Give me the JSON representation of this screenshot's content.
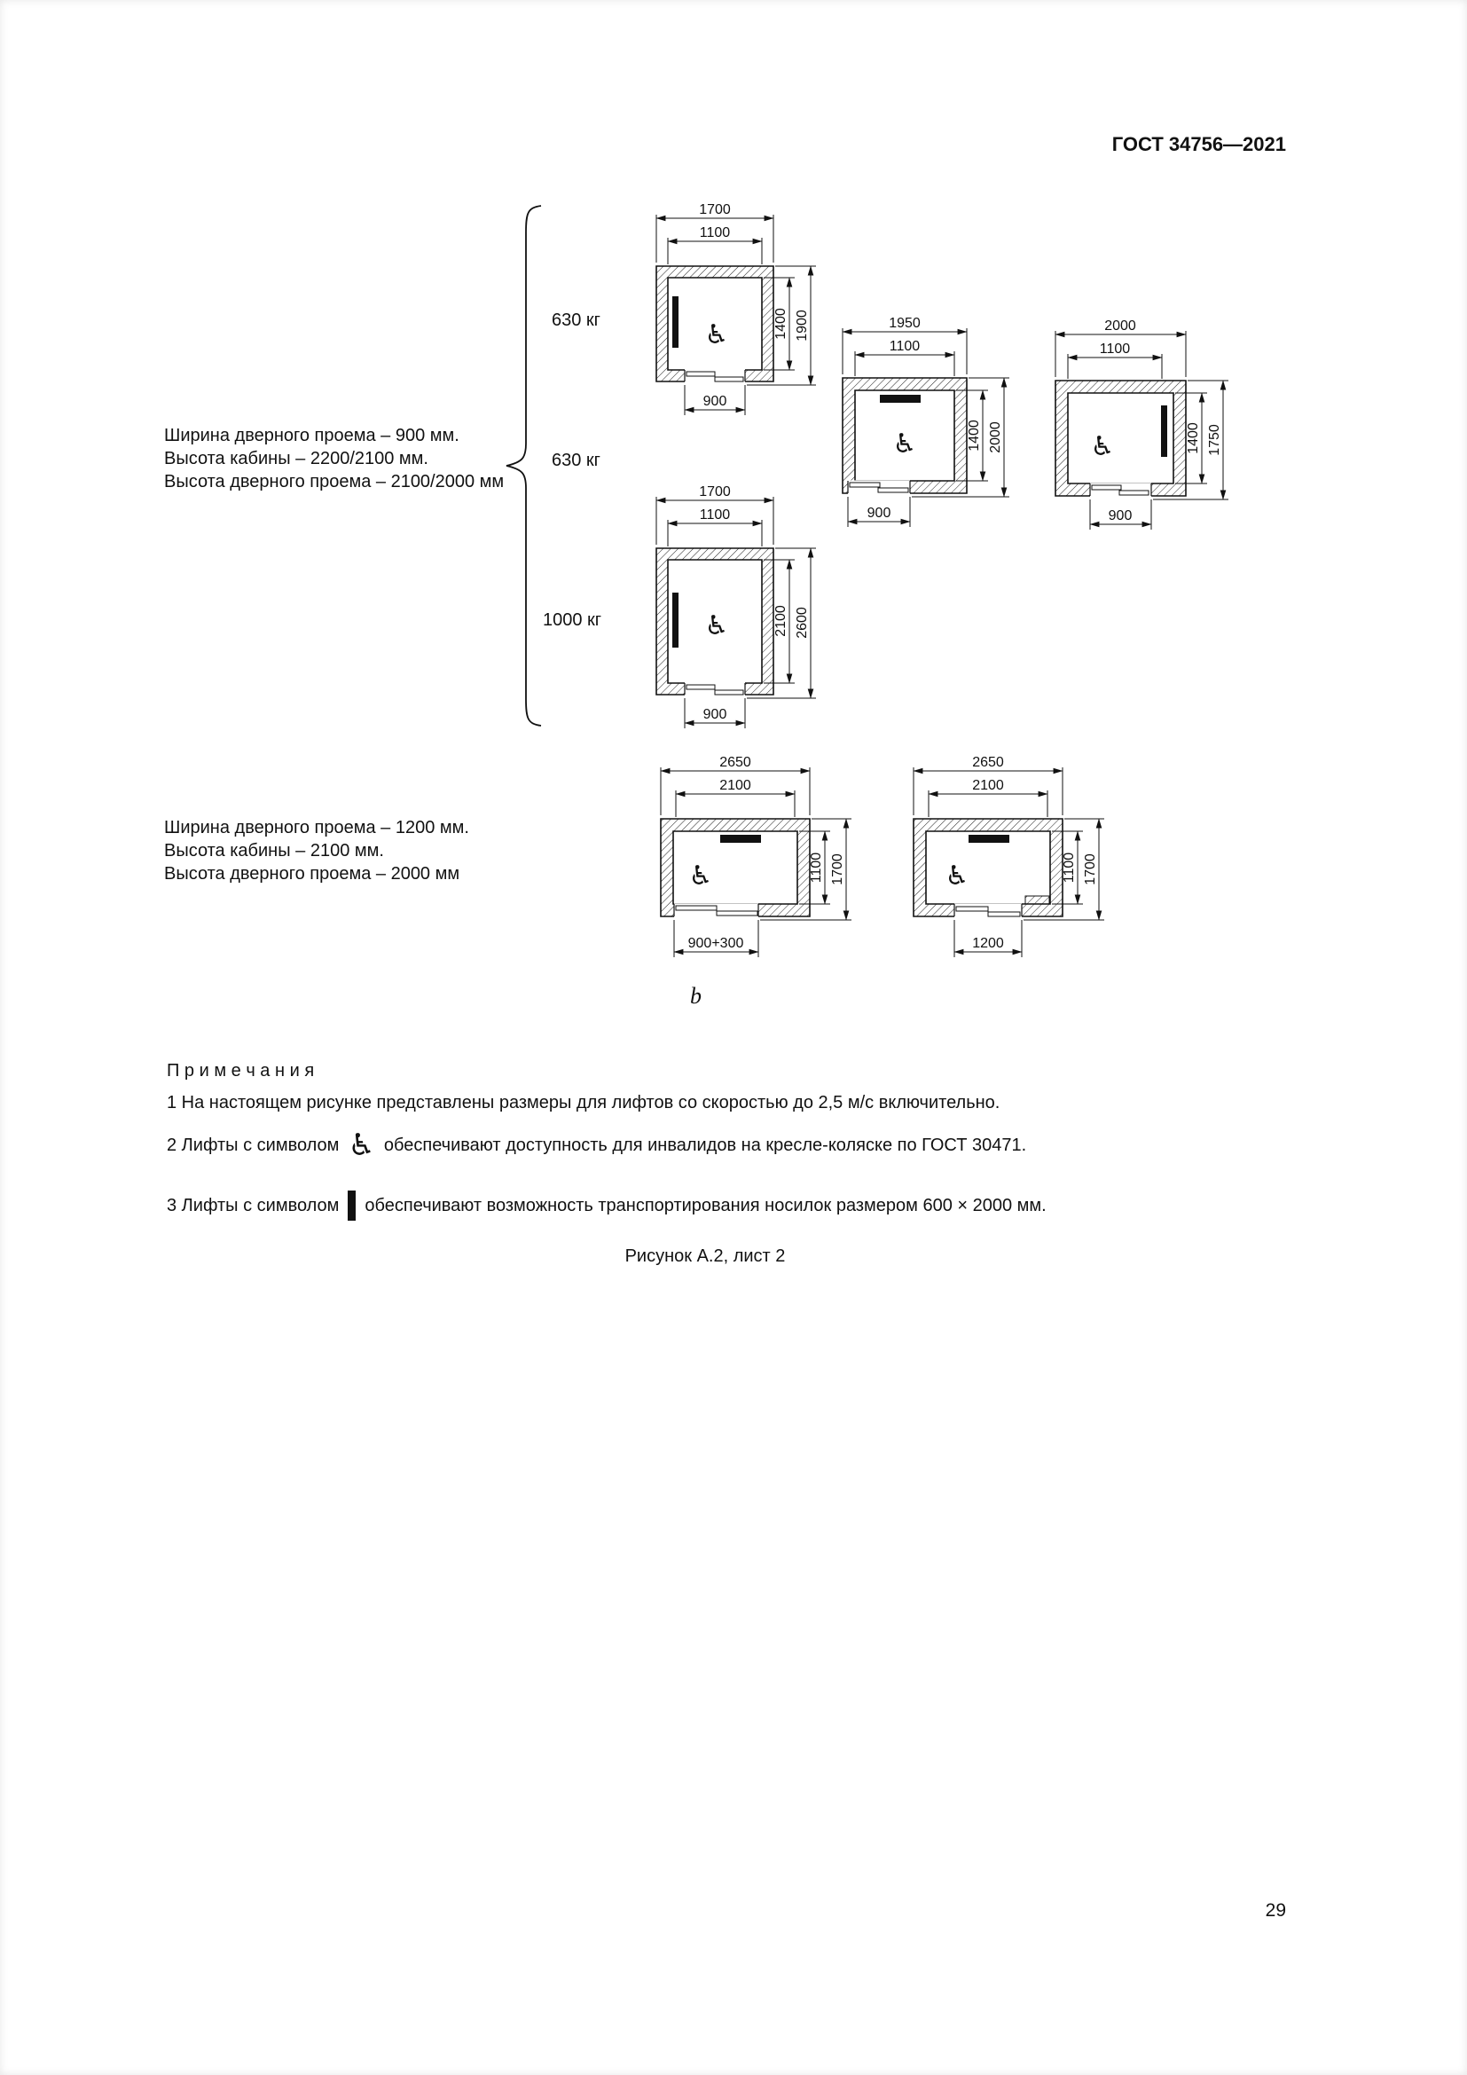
{
  "header": {
    "title": "ГОСТ 34756—2021"
  },
  "group1": {
    "line1": "Ширина дверного проема – 900 мм.",
    "line2": "Высота кабины – 2200/2100 мм.",
    "line3": "Высота дверного проема – 2100/2000 мм",
    "weight1": "630 кг",
    "weight2": "630 кг",
    "weight3": "1000 кг"
  },
  "group2": {
    "line1": "Ширина дверного проема – 1200 мм.",
    "line2": "Высота кабины – 2100 мм.",
    "line3": "Высота дверного проема – 2000 мм"
  },
  "diagrams": {
    "d1": {
      "outer_width": "1700",
      "inner_width": "1100",
      "inner_depth": "1400",
      "outer_depth": "1900",
      "door_width": "900"
    },
    "d2": {
      "outer_width": "1950",
      "inner_width": "1100",
      "inner_depth": "1400",
      "outer_depth": "2000",
      "door_width": "900"
    },
    "d3": {
      "outer_width": "2000",
      "inner_width": "1100",
      "inner_depth": "1400",
      "outer_depth": "1750",
      "door_width": "900"
    },
    "d4": {
      "outer_width": "1700",
      "inner_width": "1100",
      "inner_depth": "2100",
      "outer_depth": "2600",
      "door_width": "900"
    },
    "d5": {
      "outer_width": "2650",
      "inner_width": "2100",
      "inner_depth": "1100",
      "outer_depth": "1700",
      "door_width": "900+300"
    },
    "d6": {
      "outer_width": "2650",
      "inner_width": "2100",
      "inner_depth": "1100",
      "outer_depth": "1700",
      "door_width": "1200"
    }
  },
  "icons": {
    "wheelchair": "♿"
  },
  "figure": {
    "sublabel": "b",
    "caption": "Рисунок А.2, лист 2"
  },
  "notes": {
    "title": "П р и м е ч а н и я",
    "note1": "1  На настоящем рисунке представлены размеры для лифтов со скоростью до 2,5 м/с включительно.",
    "note2_prefix": "2  Лифты с символом",
    "note2_suffix": "обеспечивают доступность для инвалидов на кресле-коляске по ГОСТ 30471.",
    "note3_prefix": "3  Лифты с символом",
    "note3_suffix": "обеспечивают возможность транспортирования носилок размером 600 × 2000 мм."
  },
  "footer": {
    "page_number": "29"
  }
}
